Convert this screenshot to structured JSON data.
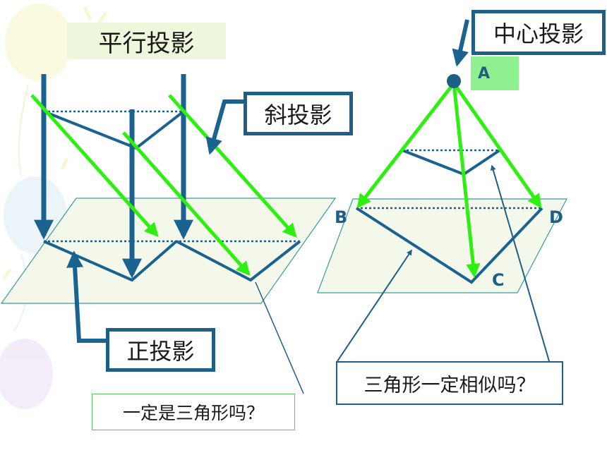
{
  "labels": {
    "parallel": "平行投影",
    "oblique": "斜投影",
    "orthographic": "正投影",
    "central": "中心投影",
    "q_left": "一定是三角形吗？",
    "q_right": "三角形一定相似吗？"
  },
  "points": {
    "a": "A",
    "b": "B",
    "c": "C",
    "d": "D"
  },
  "colors": {
    "projection_dark": "#1a628f",
    "projection_green": "#2ef010",
    "plane_fill": "#f4f8ea",
    "plane_edge": "#3a9a9a",
    "dotted": "#1f5e86",
    "label_bg_green": "#8ef08e",
    "parallel_label_bg": "#eef6dc"
  }
}
